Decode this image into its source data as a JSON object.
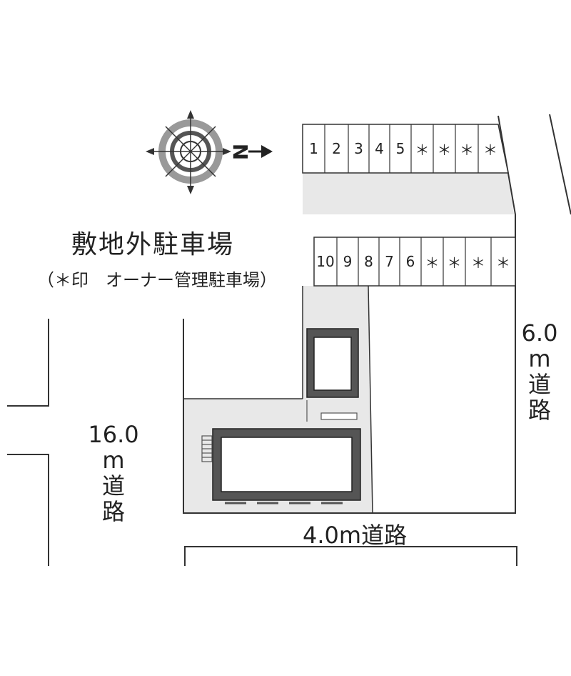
{
  "compass": {
    "north_label": "N",
    "icon": "compass-rose-icon"
  },
  "outside_parking": {
    "title": "敷地外駐車場",
    "note": "（＊印　オーナー管理駐車場）"
  },
  "parking_rows": {
    "top": [
      "1",
      "2",
      "3",
      "4",
      "5",
      "＊",
      "＊",
      "＊",
      "＊"
    ],
    "bottom": [
      "10",
      "9",
      "8",
      "7",
      "6",
      "＊",
      "＊",
      "＊",
      "＊"
    ]
  },
  "roads": {
    "right": {
      "width": "6.0",
      "unit": "m",
      "char1": "道",
      "char2": "路"
    },
    "left": {
      "width": "16.0",
      "unit": "m",
      "char1": "道",
      "char2": "路"
    },
    "bottom": {
      "label": "4.0m道路"
    }
  },
  "colors": {
    "lot": "#e8e8e8",
    "building": "#555555",
    "line": "#333333"
  }
}
